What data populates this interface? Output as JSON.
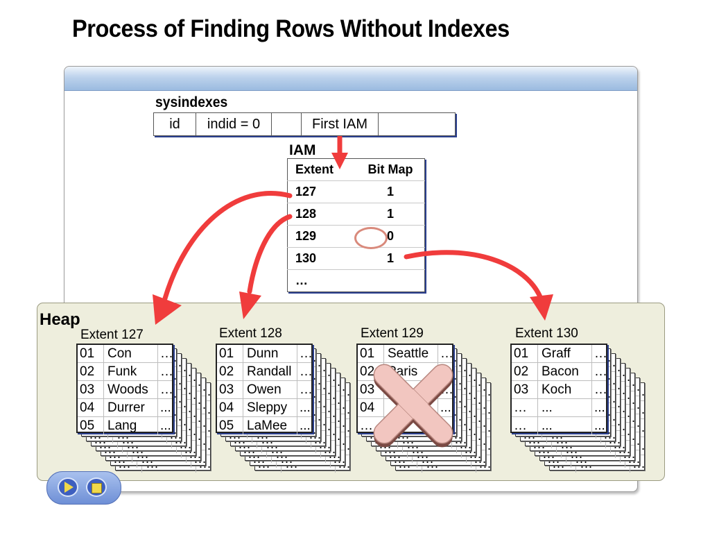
{
  "title": "Process of Finding Rows Without Indexes",
  "sysindexes": {
    "label": "sysindexes",
    "cells": [
      "id",
      "indid = 0",
      "",
      "First IAM",
      ""
    ]
  },
  "iam": {
    "label": "IAM",
    "headers": [
      "Extent",
      "Bit Map"
    ],
    "rows": [
      {
        "extent": "127",
        "bit": "1"
      },
      {
        "extent": "128",
        "bit": "1"
      },
      {
        "extent": "129",
        "bit": "0"
      },
      {
        "extent": "130",
        "bit": "1"
      },
      {
        "extent": "…",
        "bit": ""
      }
    ]
  },
  "heap": {
    "label": "Heap",
    "extents": [
      {
        "label": "Extent 127",
        "rows": [
          [
            "01",
            "Con",
            "…"
          ],
          [
            "02",
            "Funk",
            "…"
          ],
          [
            "03",
            "Woods",
            "…"
          ],
          [
            "04",
            "Durrer",
            "..."
          ],
          [
            "05",
            "Lang",
            "..."
          ]
        ]
      },
      {
        "label": "Extent 128",
        "rows": [
          [
            "01",
            "Dunn",
            "…"
          ],
          [
            "02",
            "Randall",
            "…"
          ],
          [
            "03",
            "Owen",
            "…"
          ],
          [
            "04",
            "Sleppy",
            "..."
          ],
          [
            "05",
            "LaMee",
            "..."
          ]
        ]
      },
      {
        "label": "Extent 129",
        "rows": [
          [
            "01",
            "Seattle",
            "…"
          ],
          [
            "02",
            "Paris",
            "…"
          ],
          [
            "03",
            "",
            "…"
          ],
          [
            "04",
            "",
            "..."
          ],
          [
            "…",
            "",
            "..."
          ]
        ]
      },
      {
        "label": "Extent 130",
        "rows": [
          [
            "01",
            "Graff",
            "…"
          ],
          [
            "02",
            "Bacon",
            "…"
          ],
          [
            "03",
            "Koch",
            "…"
          ],
          [
            "…",
            "...",
            "..."
          ],
          [
            "…",
            "...",
            "..."
          ]
        ]
      }
    ],
    "back_page_row": [
      "…",
      "…",
      "…"
    ]
  },
  "colors": {
    "arrow": "#f03c3c",
    "heap_bg": "#eeeedd",
    "window_bar": "#bcd2ec",
    "x_mark": "#f2c6c0",
    "controls": "#6e8fd6"
  },
  "icons": {
    "x_mark": "x-mark-icon",
    "play": "play-icon",
    "stop": "stop-icon"
  }
}
